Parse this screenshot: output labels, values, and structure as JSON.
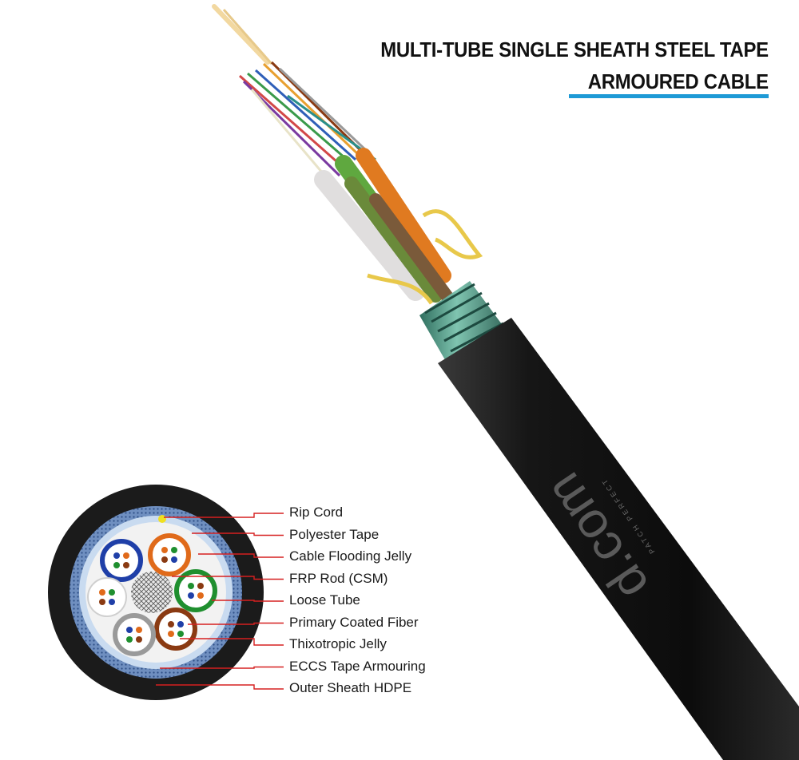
{
  "title": {
    "line1": "MULTI-TUBE SINGLE SHEATH STEEL TAPE",
    "line2": "ARMOURED CABLE"
  },
  "brand": {
    "name": "d.com",
    "tagline": "PATCH PERFECT"
  },
  "colors": {
    "accent_underline": "#1e9ad6",
    "leader_line": "#d62020",
    "outer_sheath": "#1a1a1a",
    "armour": "#4a6fa0",
    "steel_armour_wrap": "#3e8f7a",
    "rip_cord": "#f0e020"
  },
  "labels": [
    "Rip Cord",
    "Polyester Tape",
    "Cable Flooding Jelly",
    "FRP Rod (CSM)",
    "Loose Tube",
    "Primary Coated Fiber",
    "Thixotropic Jelly",
    "ECCS Tape Armouring",
    "Outer Sheath HDPE"
  ],
  "loose_tubes": [
    {
      "name": "blue-tube",
      "color": "#1f3fa8"
    },
    {
      "name": "orange-tube",
      "color": "#e06a1a"
    },
    {
      "name": "green-tube",
      "color": "#1f8f2f"
    },
    {
      "name": "brown-tube",
      "color": "#8a3a12"
    },
    {
      "name": "grey-tube",
      "color": "#9a9a9a"
    },
    {
      "name": "white-tube",
      "color": "#ffffff"
    }
  ]
}
